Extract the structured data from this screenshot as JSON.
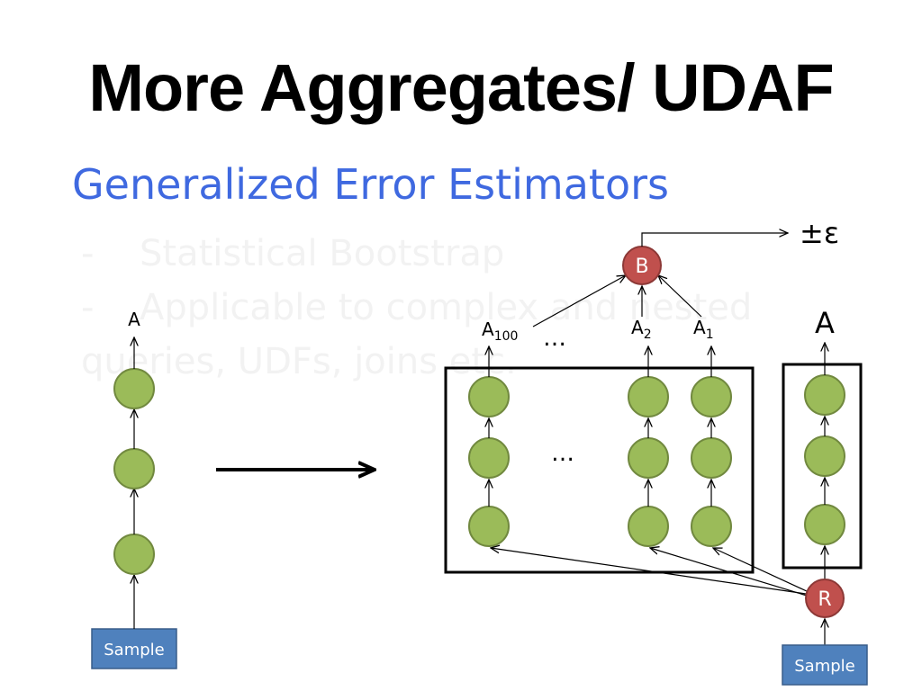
{
  "slide": {
    "title": "More Aggregates/ UDAF",
    "subtitle": "Generalized Error Estimators",
    "bullets": [
      {
        "dash": "-",
        "text": "Statistical Bootstrap"
      },
      {
        "dash": "-",
        "text": "Applicable to complex and nested",
        "cont": "queries, UDFs, joins etc."
      }
    ]
  },
  "diagram": {
    "left_output_label": "A",
    "sample_label": "Sample",
    "right_sample_label": "Sample",
    "bootstrap_node": "B",
    "resample_node": "R",
    "error_label": "±ε",
    "ellipsis": "…",
    "replicate_labels": {
      "a100": "A",
      "a100_sub": "100",
      "a2": "A",
      "a2_sub": "2",
      "a1": "A",
      "a1_sub": "1"
    },
    "right_output_label": "A",
    "colors": {
      "node_fill": "#9bbb59",
      "node_stroke": "#71893f",
      "red_node": "#c0504d",
      "sample_box": "#4f81bd",
      "subtitle": "#3f69e0"
    }
  }
}
